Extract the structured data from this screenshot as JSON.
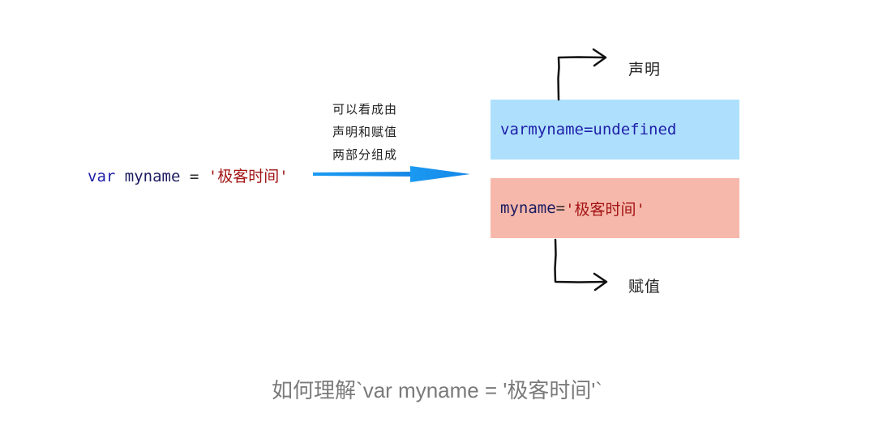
{
  "source": {
    "keyword": "var",
    "identifier": "myname",
    "operator": "=",
    "value": "'极客时间'"
  },
  "annotation": {
    "lines": [
      "可以看成由",
      "声明和赋值",
      "两部分组成"
    ]
  },
  "declare_box": {
    "keyword": "var",
    "identifier": "myname",
    "operator": "=",
    "value": "undefined"
  },
  "assign_box": {
    "identifier": "myname",
    "operator": "=",
    "value": "'极客时间'"
  },
  "labels": {
    "declare": "声明",
    "assign": "赋值"
  },
  "caption": "如何理解`var myname = '极客时间'`",
  "colors": {
    "declare_box": "#aee0fd",
    "assign_box": "#f6b8ab",
    "arrow": "#1a9af2",
    "keyword": "#1f1fa8",
    "string": "#a31515",
    "caption": "#7a7a7a"
  }
}
